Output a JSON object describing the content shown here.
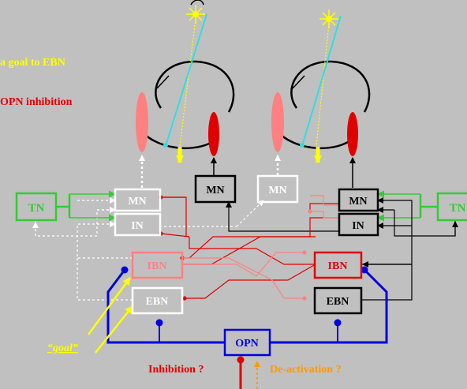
{
  "annotations": {
    "goal_to_ebn": "a goal to EBN",
    "opn_inhibition": "OPN inhibition",
    "goal": "“goal”",
    "inhibition": "Inhibition ?",
    "deactivation": "De-activation ?"
  },
  "boxes": {
    "tn_left": "TN",
    "tn_right": "TN",
    "mn_left": "MN",
    "in_left": "IN",
    "mn_left_eye": "MN",
    "mn_right_eye": "MN",
    "mn_right": "MN",
    "in_right": "IN",
    "ibn_left": "IBN",
    "ibn_right": "IBN",
    "ebn_left": "EBN",
    "ebn_right": "EBN",
    "opn": "OPN"
  },
  "colors": {
    "background": "#c0c0c0",
    "red": "#e00000",
    "pink": "#ff8080",
    "blue": "#0000e0",
    "green": "#33cc33",
    "yellow": "#ffff00",
    "orange": "#ff9900",
    "cyan": "#33dddd"
  }
}
